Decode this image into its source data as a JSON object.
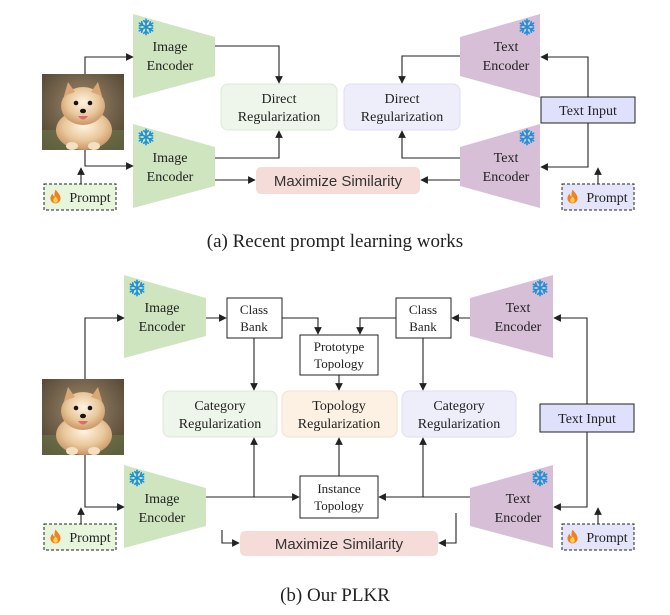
{
  "colors": {
    "image_encoder": "#cfe5c0",
    "text_encoder": "#d8bfd8",
    "direct_reg_image": "#eef5ea",
    "direct_reg_text": "#eeeefb",
    "topology_reg": "#fdf1e4",
    "max_similarity": "#f6dcd8",
    "text_input": "#dfe0fb",
    "prompt_image": "#e7f5dc",
    "prompt_text": "#e4e5fb",
    "snowflake": "#1e90d6",
    "flame": "#f08020"
  },
  "icons": {
    "frozen": "snowflake-icon",
    "trainable": "flame-icon",
    "photo": "dog-photo"
  },
  "panel_a": {
    "caption": "(a) Recent prompt learning works",
    "image_encoder_top": [
      "Image",
      "Encoder"
    ],
    "image_encoder_bottom": [
      "Image",
      "Encoder"
    ],
    "text_encoder_top": [
      "Text",
      "Encoder"
    ],
    "text_encoder_bottom": [
      "Text",
      "Encoder"
    ],
    "direct_reg_left": [
      "Direct",
      "Regularization"
    ],
    "direct_reg_right": [
      "Direct",
      "Regularization"
    ],
    "maximize_similarity": "Maximize Similarity",
    "text_input": "Text Input",
    "prompt_left": "Prompt",
    "prompt_right": "Prompt"
  },
  "panel_b": {
    "caption": "(b) Our PLKR",
    "image_encoder_top": [
      "Image",
      "Encoder"
    ],
    "image_encoder_bottom": [
      "Image",
      "Encoder"
    ],
    "text_encoder_top": [
      "Text",
      "Encoder"
    ],
    "text_encoder_bottom": [
      "Text",
      "Encoder"
    ],
    "class_bank_left": [
      "Class",
      "Bank"
    ],
    "class_bank_right": [
      "Class",
      "Bank"
    ],
    "prototype_topology": [
      "Prototype",
      "Topology"
    ],
    "instance_topology": [
      "Instance",
      "Topology"
    ],
    "category_reg_left": [
      "Category",
      "Regularization"
    ],
    "topology_reg": [
      "Topology",
      "Regularization"
    ],
    "category_reg_right": [
      "Category",
      "Regularization"
    ],
    "maximize_similarity": "Maximize Similarity",
    "text_input": "Text Input",
    "prompt_left": "Prompt",
    "prompt_right": "Prompt"
  }
}
